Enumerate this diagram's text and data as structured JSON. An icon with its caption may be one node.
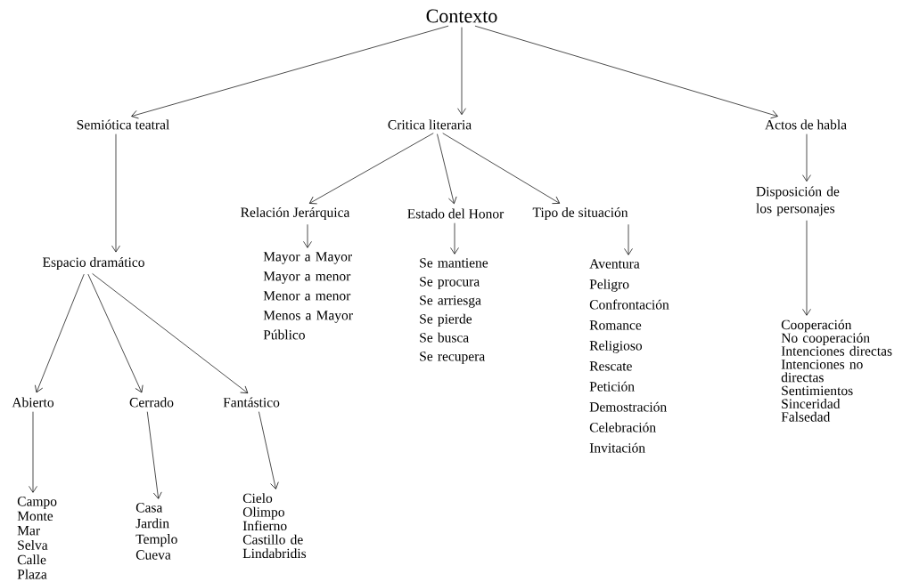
{
  "diagram": {
    "nodes": [
      {
        "text": [
          "Contexto"
        ]
      },
      {
        "text": [
          "Semiótica teatral"
        ]
      },
      {
        "text": [
          "Critica literaria"
        ]
      },
      {
        "text": [
          "Actos de habla"
        ]
      },
      {
        "text": [
          "Espacio dramático"
        ]
      },
      {
        "text": [
          "Relación Jerárquica"
        ]
      },
      {
        "text": [
          "Estado del Honor"
        ]
      },
      {
        "text": [
          "Tipo de situación"
        ]
      },
      {
        "text": [
          "Disposición de los personajes"
        ]
      },
      {
        "text": [
          "Abierto"
        ]
      },
      {
        "text": [
          "Cerrado"
        ]
      },
      {
        "text": [
          "Fantástico"
        ]
      },
      {
        "text": [
          "Mayor a Mayor",
          "Mayor a menor",
          "Menor a menor",
          "Menos a Mayor",
          "Público"
        ]
      },
      {
        "text": [
          "Se mantiene",
          "Se procura",
          "Se arriesga",
          "Se pierde",
          "Se busca",
          "Se recupera"
        ]
      },
      {
        "text": [
          "Aventura",
          "Peligro",
          "Confrontación",
          "Romance",
          "Religioso",
          "Rescate",
          "Petición",
          "Demostración",
          "Celebración",
          "Invitación"
        ]
      },
      {
        "text": [
          "Cooperación",
          "No cooperación",
          "Intenciones directas",
          "Intenciones no directas",
          "Sentimientos",
          "Sinceridad",
          "Falsedad"
        ]
      },
      {
        "text": [
          "Campo",
          "Monte",
          "Mar",
          "Selva",
          "Calle",
          "Plaza"
        ]
      },
      {
        "text": [
          "Casa",
          "Jardin",
          "Templo",
          "Cueva"
        ]
      },
      {
        "text": [
          "Cielo",
          "Olimpo",
          "Infierno",
          "Castillo de Lindabridis"
        ]
      }
    ],
    "edges": [
      {
        "from": 0,
        "to": 1,
        "arrow": "to"
      },
      {
        "from": 0,
        "to": 2,
        "arrow": "to"
      },
      {
        "from": 0,
        "to": 3,
        "arrow": "to"
      },
      {
        "from": 1,
        "to": 4,
        "arrow": "to"
      },
      {
        "from": 2,
        "to": 5,
        "arrow": "to"
      },
      {
        "from": 2,
        "to": 6,
        "arrow": "to"
      },
      {
        "from": 2,
        "to": 7,
        "arrow": "to"
      },
      {
        "from": 3,
        "to": 8,
        "arrow": "to"
      },
      {
        "from": 4,
        "to": 9,
        "arrow": "to"
      },
      {
        "from": 4,
        "to": 10,
        "arrow": "to"
      },
      {
        "from": 4,
        "to": 11,
        "arrow": "to"
      },
      {
        "from": 5,
        "to": 12,
        "arrow": "to"
      },
      {
        "from": 6,
        "to": 13,
        "arrow": "to"
      },
      {
        "from": 7,
        "to": 14,
        "arrow": "to"
      },
      {
        "from": 8,
        "to": 15,
        "arrow": "to"
      },
      {
        "from": 9,
        "to": 16,
        "arrow": "to"
      },
      {
        "from": 10,
        "to": 17,
        "arrow": "to"
      },
      {
        "from": 11,
        "to": 18,
        "arrow": "to"
      }
    ]
  }
}
